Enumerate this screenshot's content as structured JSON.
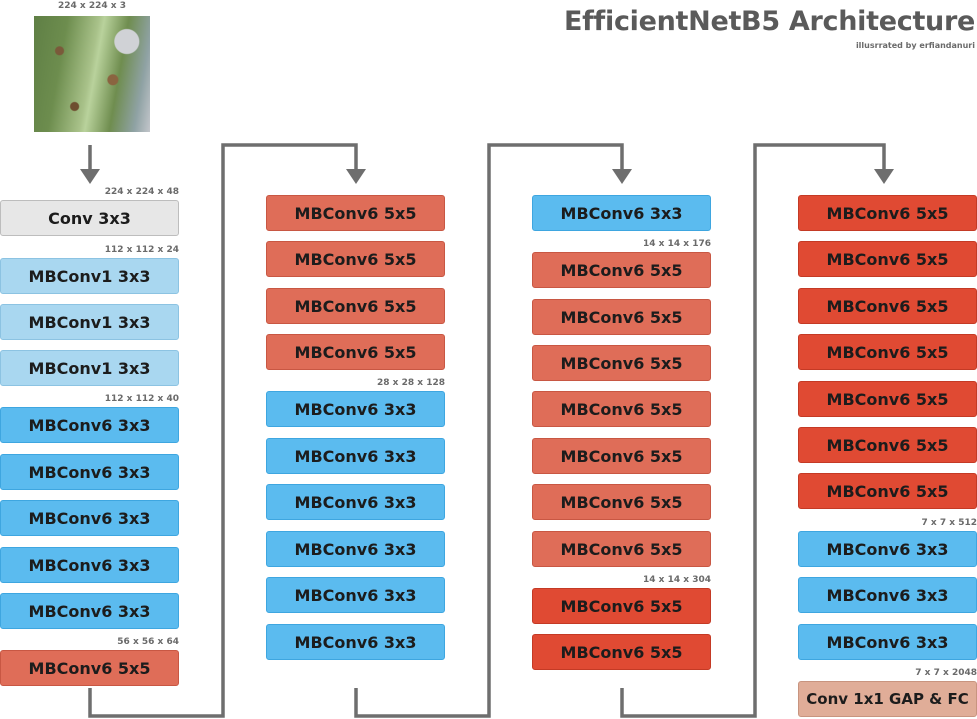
{
  "header": {
    "title": "EfficientNetB5 Architecture",
    "credit": "illusrrated by erfiandanuri"
  },
  "input": {
    "shape": "224 x 224 x 3"
  },
  "colors": {
    "gray": "#e7e7e7",
    "light_blue": "#a9d7f0",
    "blue": "#5bbbef",
    "salmon": "#df6d58",
    "red": "#e04a33",
    "peach": "#e0ad98",
    "connector": "#6e6e6e"
  },
  "columns": [
    {
      "blocks": [
        {
          "label": "Conv 3x3",
          "color": "gray",
          "shape": "224 x 224 x 48"
        },
        {
          "label": "MBConv1 3x3",
          "color": "light_blue",
          "shape": "112 x 112 x 24"
        },
        {
          "label": "MBConv1 3x3",
          "color": "light_blue"
        },
        {
          "label": "MBConv1 3x3",
          "color": "light_blue"
        },
        {
          "label": "MBConv6 3x3",
          "color": "blue",
          "shape": "112 x 112 x 40"
        },
        {
          "label": "MBConv6 3x3",
          "color": "blue"
        },
        {
          "label": "MBConv6 3x3",
          "color": "blue"
        },
        {
          "label": "MBConv6 3x3",
          "color": "blue"
        },
        {
          "label": "MBConv6 3x3",
          "color": "blue"
        },
        {
          "label": "MBConv6 5x5",
          "color": "salmon",
          "shape": "56 x 56 x 64"
        }
      ]
    },
    {
      "blocks": [
        {
          "label": "MBConv6 5x5",
          "color": "salmon"
        },
        {
          "label": "MBConv6 5x5",
          "color": "salmon"
        },
        {
          "label": "MBConv6 5x5",
          "color": "salmon"
        },
        {
          "label": "MBConv6 5x5",
          "color": "salmon"
        },
        {
          "label": "MBConv6 3x3",
          "color": "blue",
          "shape": "28 x 28 x 128"
        },
        {
          "label": "MBConv6 3x3",
          "color": "blue"
        },
        {
          "label": "MBConv6 3x3",
          "color": "blue"
        },
        {
          "label": "MBConv6 3x3",
          "color": "blue"
        },
        {
          "label": "MBConv6 3x3",
          "color": "blue"
        },
        {
          "label": "MBConv6 3x3",
          "color": "blue"
        }
      ]
    },
    {
      "blocks": [
        {
          "label": "MBConv6 3x3",
          "color": "blue"
        },
        {
          "label": "MBConv6 5x5",
          "color": "salmon",
          "shape": "14 x 14 x 176"
        },
        {
          "label": "MBConv6 5x5",
          "color": "salmon"
        },
        {
          "label": "MBConv6 5x5",
          "color": "salmon"
        },
        {
          "label": "MBConv6 5x5",
          "color": "salmon"
        },
        {
          "label": "MBConv6 5x5",
          "color": "salmon"
        },
        {
          "label": "MBConv6 5x5",
          "color": "salmon"
        },
        {
          "label": "MBConv6 5x5",
          "color": "salmon"
        },
        {
          "label": "MBConv6 5x5",
          "color": "red",
          "shape": "14 x 14 x 304"
        },
        {
          "label": "MBConv6 5x5",
          "color": "red"
        }
      ]
    },
    {
      "blocks": [
        {
          "label": "MBConv6 5x5",
          "color": "red"
        },
        {
          "label": "MBConv6 5x5",
          "color": "red"
        },
        {
          "label": "MBConv6 5x5",
          "color": "red"
        },
        {
          "label": "MBConv6 5x5",
          "color": "red"
        },
        {
          "label": "MBConv6 5x5",
          "color": "red"
        },
        {
          "label": "MBConv6 5x5",
          "color": "red"
        },
        {
          "label": "MBConv6 5x5",
          "color": "red"
        },
        {
          "label": "MBConv6 3x3",
          "color": "blue",
          "shape": "7 x 7 x 512"
        },
        {
          "label": "MBConv6 3x3",
          "color": "blue"
        },
        {
          "label": "MBConv6 3x3",
          "color": "blue"
        },
        {
          "label": "Conv 1x1 GAP & FC",
          "color": "peach",
          "shape": "7 x 7 x 2048"
        }
      ]
    }
  ]
}
